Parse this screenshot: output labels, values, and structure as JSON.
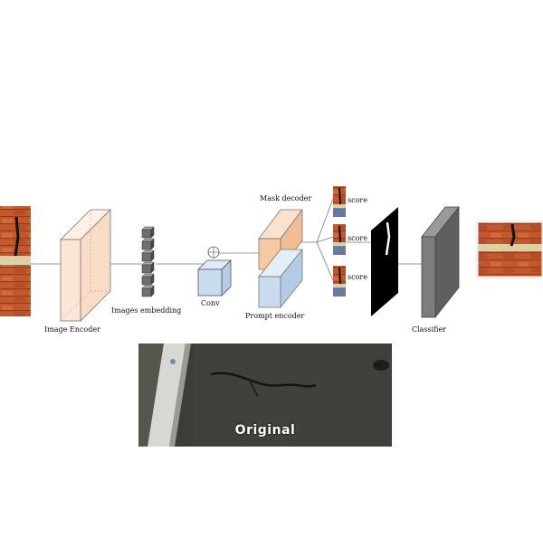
{
  "labels": {
    "image_encoder": "Image Encoder",
    "images_embedding": "Images embedding",
    "conv": "Conv",
    "mask_decoder": "Mask decoder",
    "prompt_encoder": "Prompt encoder",
    "classifier": "Classifier",
    "score": "score"
  },
  "photo": {
    "caption": "Original"
  },
  "colors": {
    "encoder_fill": "#fbe6d6",
    "decoder_fill": "#f6c9a0",
    "prompt_fill": "#c9dcef",
    "conv_fill": "#c9dcef",
    "classifier_fill": "#7d7d7d",
    "embedding_fill": "#6e6e6e",
    "brick": "#c2582e",
    "mortar": "#d9d2a8",
    "asphalt": "#3a3b35"
  },
  "icons": [
    "brick-wall-thumbnail",
    "crack-mask-thumbnail",
    "asphalt-crack-photo"
  ]
}
